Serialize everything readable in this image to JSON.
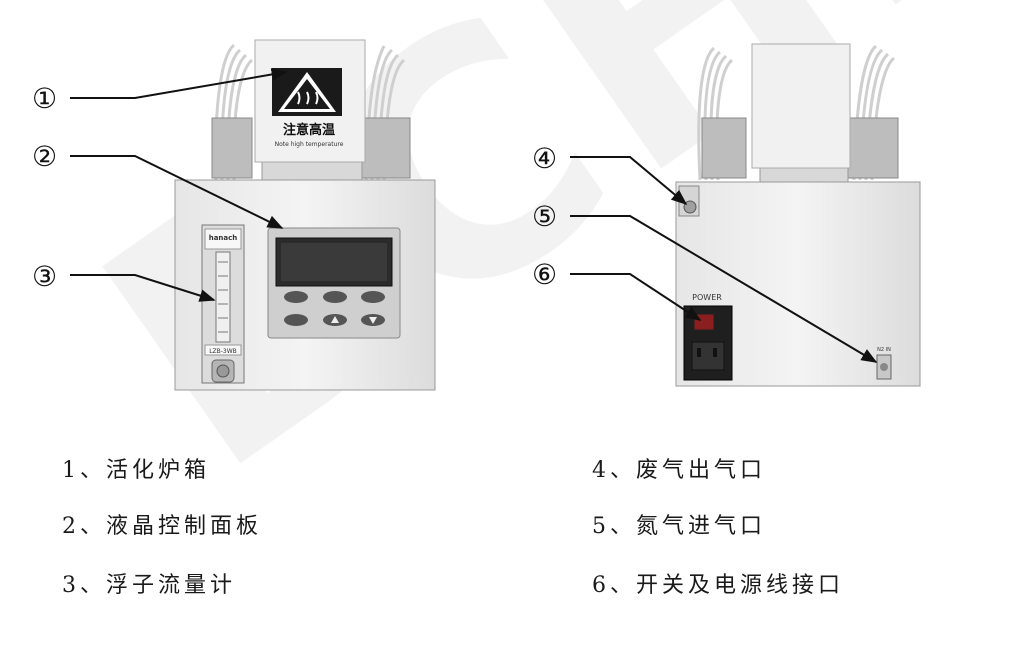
{
  "device_front": {
    "warning_label_cn": "注意高温",
    "warning_label_en": "Note high temperature",
    "flowmeter_brand": "hanach",
    "flowmeter_model": "LZB-3WB"
  },
  "device_back": {
    "power_label": "POWER",
    "port_label": "N2 IN"
  },
  "callouts": [
    "①",
    "②",
    "③",
    "④",
    "⑤",
    "⑥"
  ],
  "legend": [
    {
      "num": "1、",
      "text": "活化炉箱"
    },
    {
      "num": "2、",
      "text": "液晶控制面板"
    },
    {
      "num": "3、",
      "text": "浮子流量计"
    },
    {
      "num": "4、",
      "text": "废气出气口"
    },
    {
      "num": "5、",
      "text": "氮气进气口"
    },
    {
      "num": "6、",
      "text": "开关及电源线接口"
    }
  ]
}
